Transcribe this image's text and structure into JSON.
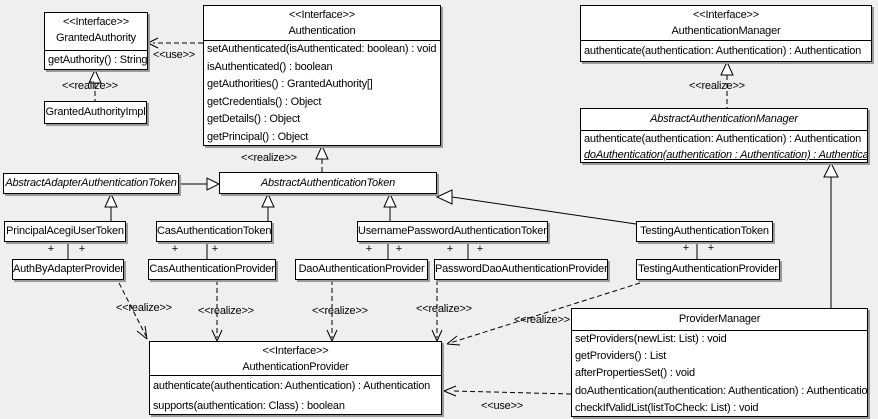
{
  "colors": {
    "background": "#efefef",
    "box_fill": "#ffffff",
    "box_border": "#000000",
    "box_shadow": "#9a9a9a",
    "line": "#000000"
  },
  "labels": {
    "use": "<<use>>",
    "realize": "<<realize>>",
    "plus": "+"
  },
  "classes": {
    "granted_authority": {
      "stereotype": "<<Interface>>",
      "name": "GrantedAuthority",
      "methods": [
        "getAuthority() : String"
      ]
    },
    "granted_authority_impl": {
      "name": "GrantedAuthorityImpl"
    },
    "authentication": {
      "stereotype": "<<Interface>>",
      "name": "Authentication",
      "methods": [
        "setAuthenticated(isAuthenticated: boolean) : void",
        "isAuthenticated() : boolean",
        "getAuthorities() : GrantedAuthority[]",
        "getCredentials() : Object",
        "getDetails() : Object",
        "getPrincipal() : Object"
      ]
    },
    "authentication_manager": {
      "stereotype": "<<Interface>>",
      "name": "AuthenticationManager",
      "methods": [
        "authenticate(authentication: Authentication) : Authentication"
      ]
    },
    "abstract_authentication_manager": {
      "name": "AbstractAuthenticationManager",
      "methods": [
        "authenticate(authentication: Authentication) : Authentication",
        "doAuthentication(authentication : Authentication) : Authentication"
      ]
    },
    "abstract_adapter_authentication_token": {
      "name": "AbstractAdapterAuthenticationToken"
    },
    "abstract_authentication_token": {
      "name": "AbstractAuthenticationToken"
    },
    "principal_acegi_user_token": {
      "name": "PrincipalAcegiUserToken"
    },
    "cas_authentication_token": {
      "name": "CasAuthenticationToken"
    },
    "username_password_authentication_token": {
      "name": "UsernamePasswordAuthenticationToken"
    },
    "testing_authentication_token": {
      "name": "TestingAuthenticationToken"
    },
    "auth_by_adapter_provider": {
      "name": "AuthByAdapterProvider"
    },
    "cas_authentication_provider": {
      "name": "CasAuthenticationProvider"
    },
    "dao_authentication_provider": {
      "name": "DaoAuthenticationProvider"
    },
    "password_dao_authentication_provider": {
      "name": "PasswordDaoAuthenticationProvider"
    },
    "testing_authentication_provider": {
      "name": "TestingAuthenticationProvider"
    },
    "authentication_provider": {
      "stereotype": "<<Interface>>",
      "name": "AuthenticationProvider",
      "methods": [
        "authenticate(authentication: Authentication) : Authentication",
        "supports(authentication: Class) : boolean"
      ]
    },
    "provider_manager": {
      "name": "ProviderManager",
      "methods": [
        "setProviders(newList: List) : void",
        "getProviders() : List",
        "afterPropertiesSet() : void",
        "doAuthentication(authentication: Authentication) : Authentication",
        "checkIfValidList(listToCheck: List) : void"
      ]
    }
  }
}
